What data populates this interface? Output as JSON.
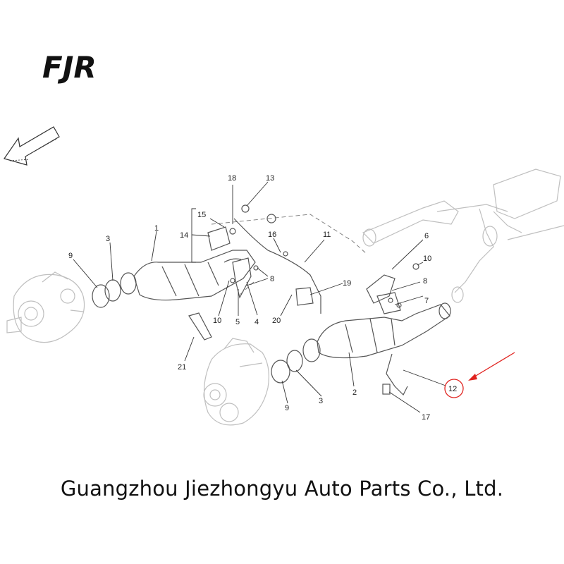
{
  "logo": {
    "text": "FJR",
    "icon": "fjr-logo-icon"
  },
  "direction_icon": "front-arrow-icon",
  "highlight_color": "#e0231f",
  "callouts": {
    "c1": "1",
    "c2": "2",
    "c3a": "3",
    "c3b": "3",
    "c4": "4",
    "c5": "5",
    "c6": "6",
    "c7": "7",
    "c8a": "8",
    "c8b": "8",
    "c9a": "9",
    "c9b": "9",
    "c10a": "10",
    "c10b": "10",
    "c11": "11",
    "c12": "12",
    "c13": "13",
    "c14": "14",
    "c15": "15",
    "c16": "16",
    "c17": "17",
    "c18": "18",
    "c19": "19",
    "c20": "20",
    "c21": "21"
  },
  "footer": {
    "company": "Guangzhou Jiezhongyu Auto Parts Co., Ltd."
  }
}
